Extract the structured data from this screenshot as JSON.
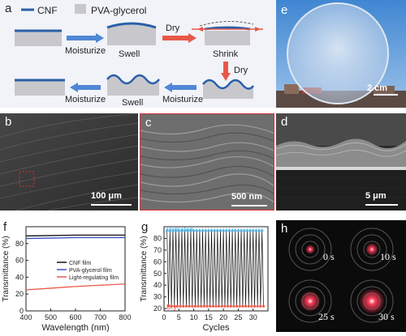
{
  "panels": {
    "a": {
      "label": "a",
      "legend": [
        "CNF",
        "PVA-glycerol"
      ],
      "steps": [
        "Moisturize",
        "Swell",
        "Dry",
        "Shrink",
        "Dry",
        "Moisturize",
        "Swell",
        "Moisturize"
      ]
    },
    "b": {
      "label": "b",
      "scale": "100 μm"
    },
    "c": {
      "label": "c",
      "scale": "500 nm"
    },
    "d": {
      "label": "d",
      "scale": "5 μm"
    },
    "e": {
      "label": "e",
      "scale": "2 cm"
    },
    "f": {
      "label": "f"
    },
    "g": {
      "label": "g"
    },
    "h": {
      "label": "h",
      "times": [
        "0 s",
        "10 s",
        "25 s",
        "30 s"
      ]
    }
  },
  "colors": {
    "cnf": "#2a5fa8",
    "pva": "#c8c8cc",
    "arrow_blue": "#4f86d6",
    "arrow_red": "#e8584a",
    "hydrated": "#4fb3e6",
    "dry": "#e85a4a"
  },
  "chart_data": [
    {
      "type": "line",
      "panel": "f",
      "xlabel": "Wavelength (nm)",
      "ylabel": "Transmittance (%)",
      "xlim": [
        400,
        800
      ],
      "ylim": [
        0,
        100
      ],
      "xticks": [
        400,
        500,
        600,
        700,
        800
      ],
      "yticks": [
        0,
        20,
        40,
        60,
        80
      ],
      "legend": "center-right",
      "series": [
        {
          "name": "CNF film",
          "color": "#111111",
          "x": [
            400,
            500,
            600,
            700,
            800
          ],
          "y": [
            89,
            89.5,
            90,
            90,
            90
          ]
        },
        {
          "name": "PVA-glycerol film",
          "color": "#3b4fc8",
          "x": [
            400,
            500,
            600,
            700,
            800
          ],
          "y": [
            86,
            86.5,
            87,
            87,
            87
          ]
        },
        {
          "name": "Light-regulating film",
          "color": "#e8584a",
          "x": [
            400,
            500,
            600,
            700,
            800
          ],
          "y": [
            25,
            27,
            29,
            30.5,
            32
          ]
        }
      ]
    },
    {
      "type": "line",
      "panel": "g",
      "xlabel": "Cycles",
      "ylabel": "Transmittance (%)",
      "xlim": [
        0,
        35
      ],
      "ylim": [
        18,
        90
      ],
      "xticks": [
        0,
        5,
        10,
        15,
        20,
        25,
        30
      ],
      "yticks": [
        20,
        30,
        40,
        50,
        60,
        70,
        80
      ],
      "annotations": [
        "Hydrated",
        "Dry"
      ],
      "series": [
        {
          "name": "Hydrated",
          "marker": "triangle",
          "color": "#4fb3e6",
          "y_constant": 87,
          "cycles": 33
        },
        {
          "name": "Dry",
          "marker": "circle",
          "color": "#e85a4a",
          "y_constant": 22,
          "cycles": 33
        }
      ]
    }
  ]
}
